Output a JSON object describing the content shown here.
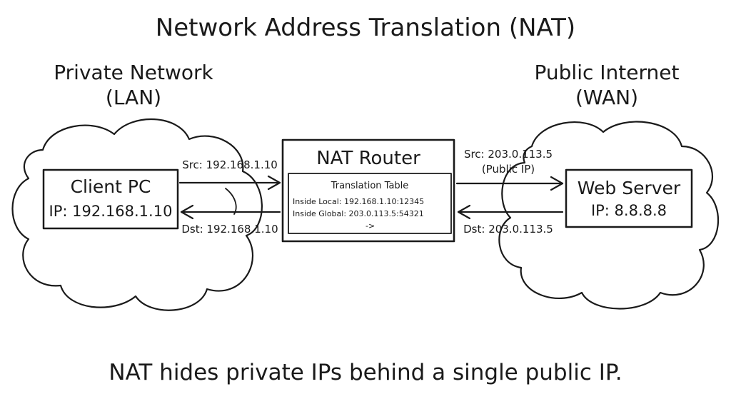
{
  "title": "Network Address Translation (NAT)",
  "lan": {
    "label_line1": "Private Network",
    "label_line2": "(LAN)"
  },
  "wan": {
    "label_line1": "Public Internet",
    "label_line2": "(WAN)"
  },
  "client": {
    "name": "Client PC",
    "ip": "IP: 192.168.1.10"
  },
  "router": {
    "name": "NAT Router",
    "table_title": "Translation Table",
    "inside_local": "Inside Local: 192.168.1.10:12345",
    "inside_global": "Inside Global: 203.0.113.5:54321",
    "arrow_text": "->"
  },
  "server": {
    "name": "Web Server",
    "ip": "IP: 8.8.8.8"
  },
  "flows": {
    "lan_src": "Src: 192.168.1.10",
    "lan_dst": "Dst: 192.168.1.10",
    "wan_src": "Src: 203.0.113.5",
    "wan_src_note": "(Public IP)",
    "wan_dst": "Dst: 203.0.113.5"
  },
  "caption": "NAT hides private IPs behind a single public IP."
}
